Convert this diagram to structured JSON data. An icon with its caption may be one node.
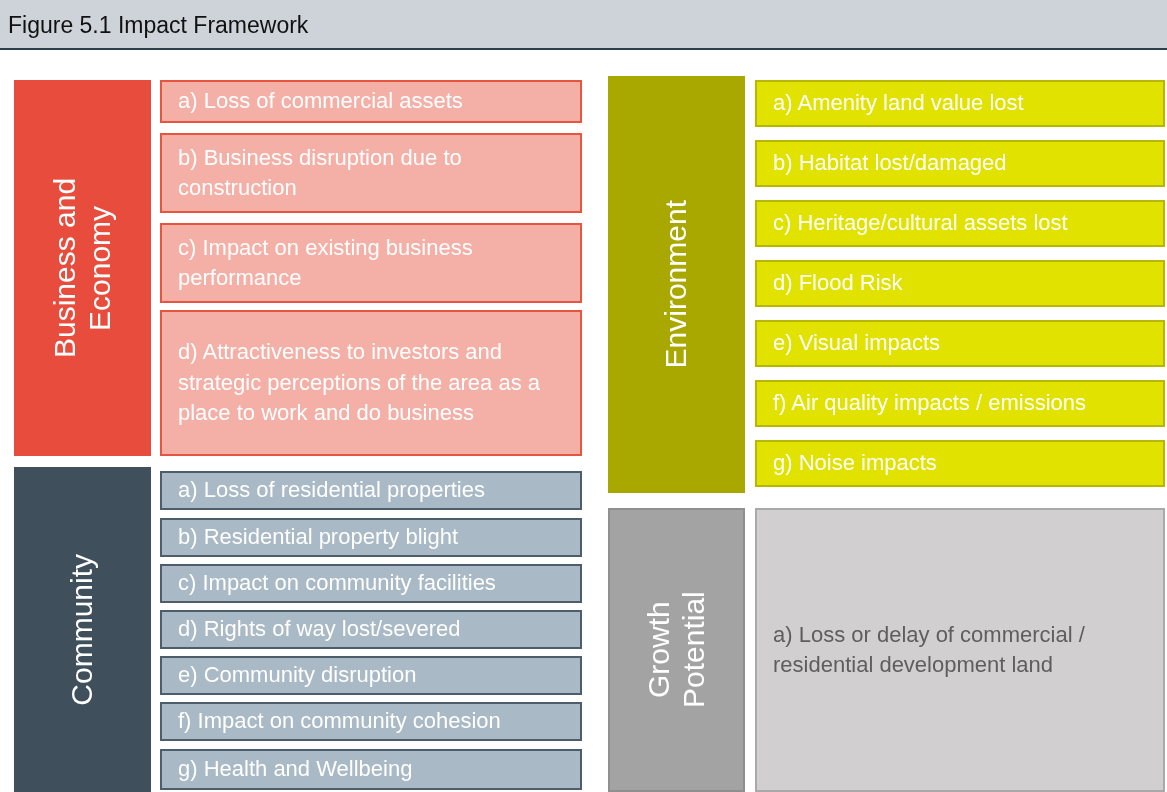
{
  "diagram": {
    "title": "Figure 5.1 Impact Framework",
    "nodes": [
      {
        "text": [
          "Business and Economy"
        ]
      },
      {
        "text": [
          "a) Loss of commercial assets"
        ]
      },
      {
        "text": [
          "b) Business disruption due to construction"
        ]
      },
      {
        "text": [
          "c) Impact on existing business performance"
        ]
      },
      {
        "text": [
          "d) Attractiveness to investors and strategic perceptions of the area as a place to work and do business"
        ]
      },
      {
        "text": [
          "Community"
        ]
      },
      {
        "text": [
          "a) Loss of residential properties"
        ]
      },
      {
        "text": [
          "b) Residential property blight"
        ]
      },
      {
        "text": [
          "c) Impact on community facilities"
        ]
      },
      {
        "text": [
          "d) Rights of way lost/severed"
        ]
      },
      {
        "text": [
          "e) Community disruption"
        ]
      },
      {
        "text": [
          "f) Impact on community cohesion"
        ]
      },
      {
        "text": [
          "g) Health and Wellbeing"
        ]
      },
      {
        "text": [
          "Environment"
        ]
      },
      {
        "text": [
          "a) Amenity land value lost"
        ]
      },
      {
        "text": [
          "b) Habitat lost/damaged"
        ]
      },
      {
        "text": [
          "c) Heritage/cultural assets lost"
        ]
      },
      {
        "text": [
          "d) Flood Risk"
        ]
      },
      {
        "text": [
          "e) Visual impacts"
        ]
      },
      {
        "text": [
          "f) Air quality impacts / emissions"
        ]
      },
      {
        "text": [
          "g) Noise impacts"
        ]
      },
      {
        "text": [
          "Growth Potential"
        ]
      },
      {
        "text": [
          "a) Loss or delay of commercial / residential development land"
        ]
      }
    ]
  }
}
